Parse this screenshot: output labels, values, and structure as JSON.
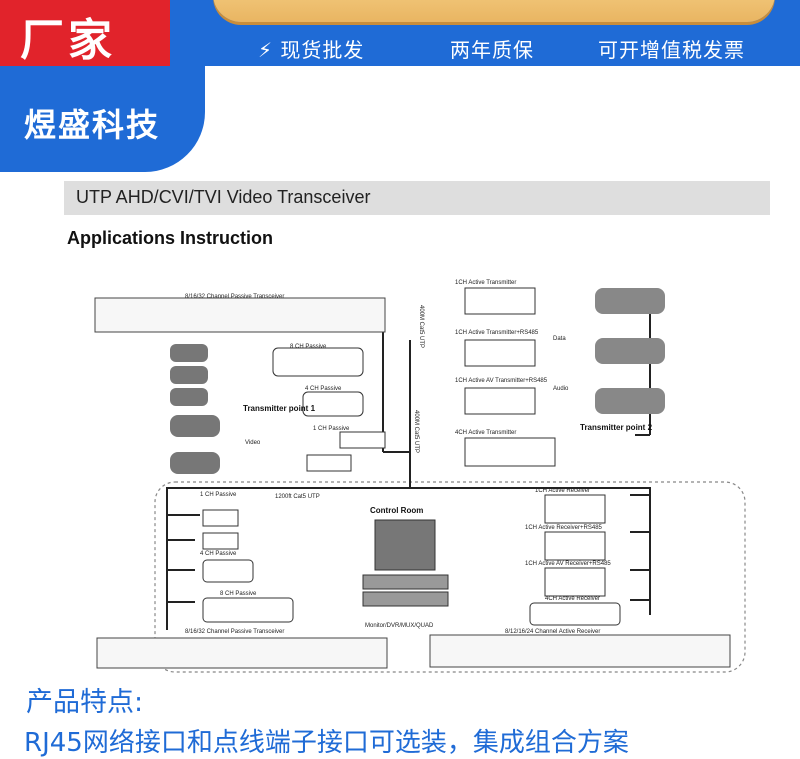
{
  "header": {
    "brand_left": "厂家",
    "features": [
      "⚡ 现货批发",
      "两年质保",
      "可开增值税发票"
    ],
    "company": "煜盛科技",
    "colors": {
      "blue": "#1f6bd6",
      "red": "#e1232b",
      "gold": "#f2c472"
    }
  },
  "doc": {
    "section_title": "UTP AHD/CVI/TVI Video Transceiver",
    "subtitle": "Applications Instruction"
  },
  "diagram": {
    "top_left_panel": "8/16/32 Channel Passive Transceiver",
    "tx_point1": "Transmitter point 1",
    "tx_point2": "Transmitter point 2",
    "ch8_passive": "8 CH Passive",
    "ch4_passive": "4 CH Passive",
    "ch1_passive": "1 CH Passive",
    "cable_top": "400M Cat5 UTP",
    "cable_mid": "400M Cat5 UTP",
    "cable_control": "1200ft Cat5 UTP",
    "ch1_active_tx": "1CH Active Transmitter",
    "ch1_active_tx_rs485": "1CH Active Transmitter+RS485",
    "ch1_active_av_tx": "1CH Active AV Transmitter+RS485",
    "ch4_active_tx": "4CH Active Transmitter",
    "control_room": "Control Room",
    "monitor": "Monitor/DVR/MUX/QUAD",
    "ch1_passive_bottom": "1 CH Passive",
    "ch4_passive_bottom": "4 CH Passive",
    "ch8_passive_bottom": "8 CH Passive",
    "bottom_left_panel": "8/16/32 Channel Passive Transceiver",
    "ch1_active_rx": "1CH Active Receiver",
    "ch1_active_rx_rs485": "1CH Active Receiver+RS485",
    "ch1_active_av_rx": "1CH Active AV Receiver+RS485",
    "ch4_active_rx": "4CH Active Receiver",
    "bottom_right_panel": "8/12/16/24 Channel Active Receiver",
    "video": "Video",
    "data": "Data",
    "audio": "Audio"
  },
  "bottom": {
    "features_title": "产品特点:",
    "features_line": "RJ45网络接口和点线端子接口可选装，集成组合方案"
  }
}
